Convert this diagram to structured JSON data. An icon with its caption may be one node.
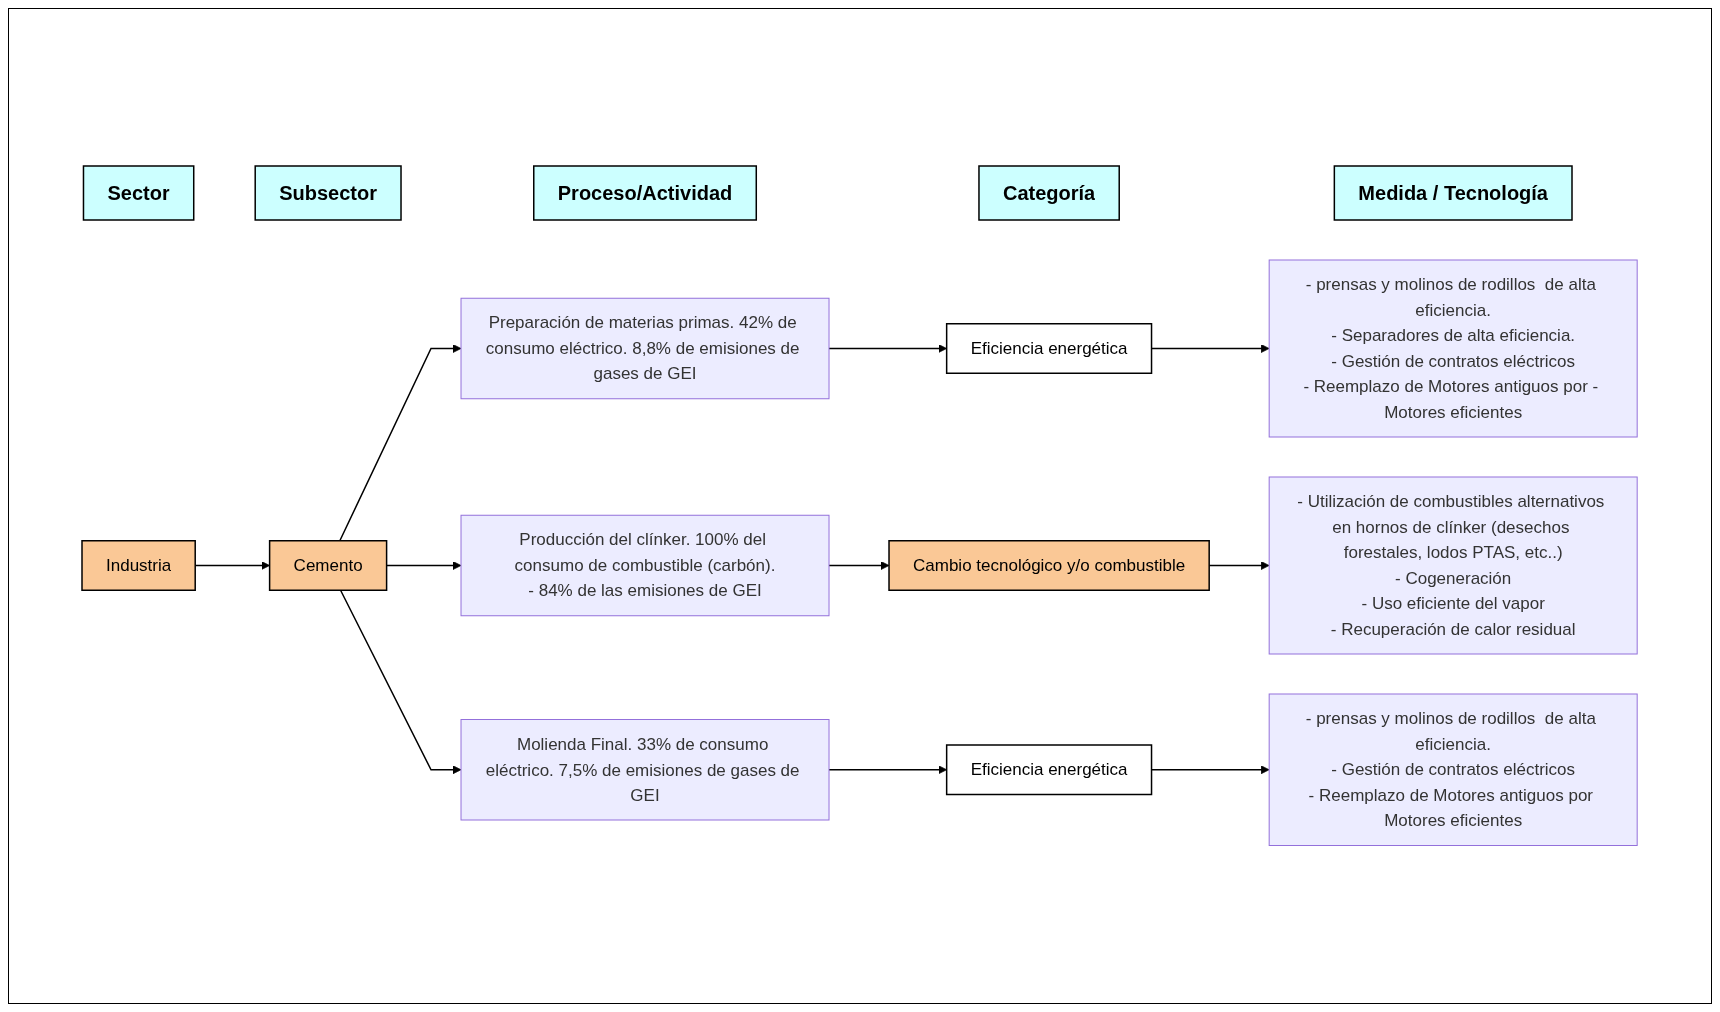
{
  "diagram": {
    "nodes": [
      {
        "text": [
          "Sector"
        ]
      },
      {
        "text": [
          "Subsector"
        ]
      },
      {
        "text": [
          "Proceso/Actividad"
        ]
      },
      {
        "text": [
          "Categoría"
        ]
      },
      {
        "text": [
          "Medida / Tecnología"
        ]
      },
      {
        "text": [
          "Preparación de materias primas. 42% de consumo eléctrico. 8,8% de emisiones de gases de GEI"
        ]
      },
      {
        "text": [
          "Eficiencia energética"
        ]
      },
      {
        "text": [
          "- prensas y molinos de rodillos  de alta eficiencia.",
          "- Separadores de alta eficiencia.",
          "- Gestión de contratos eléctricos",
          "- Reemplazo de Motores antiguos por - Motores eficientes"
        ]
      },
      {
        "text": [
          "Industria"
        ]
      },
      {
        "text": [
          "Cemento"
        ]
      },
      {
        "text": [
          "Producción del clínker. 100% del consumo de combustible (carbón).",
          "- 84% de las emisiones de GEI"
        ]
      },
      {
        "text": [
          "Cambio tecnológico y/o combustible"
        ]
      },
      {
        "text": [
          "- Utilización de combustibles alternativos en hornos de clínker (desechos forestales, lodos PTAS, etc..)",
          "- Cogeneración",
          "- Uso eficiente del vapor",
          "- Recuperación de calor residual"
        ]
      },
      {
        "text": [
          "Molienda Final. 33% de consumo eléctrico. 7,5% de emisiones de gases de GEI"
        ]
      },
      {
        "text": [
          "Eficiencia energética"
        ]
      },
      {
        "text": [
          "- prensas y molinos de rodillos  de alta eficiencia.",
          "- Gestión de contratos eléctricos",
          "- Reemplazo de Motores antiguos por Motores eficientes"
        ]
      }
    ],
    "edges": [
      {
        "from": 8,
        "to": 9,
        "arrow": "to"
      },
      {
        "from": 9,
        "to": 5,
        "arrow": "to"
      },
      {
        "from": 9,
        "to": 10,
        "arrow": "to"
      },
      {
        "from": 9,
        "to": 13,
        "arrow": "to"
      },
      {
        "from": 5,
        "to": 6,
        "arrow": "to"
      },
      {
        "from": 10,
        "to": 11,
        "arrow": "to"
      },
      {
        "from": 13,
        "to": 14,
        "arrow": "to"
      },
      {
        "from": 6,
        "to": 7,
        "arrow": "to"
      },
      {
        "from": 11,
        "to": 12,
        "arrow": "to"
      },
      {
        "from": 14,
        "to": 15,
        "arrow": "to"
      }
    ]
  }
}
